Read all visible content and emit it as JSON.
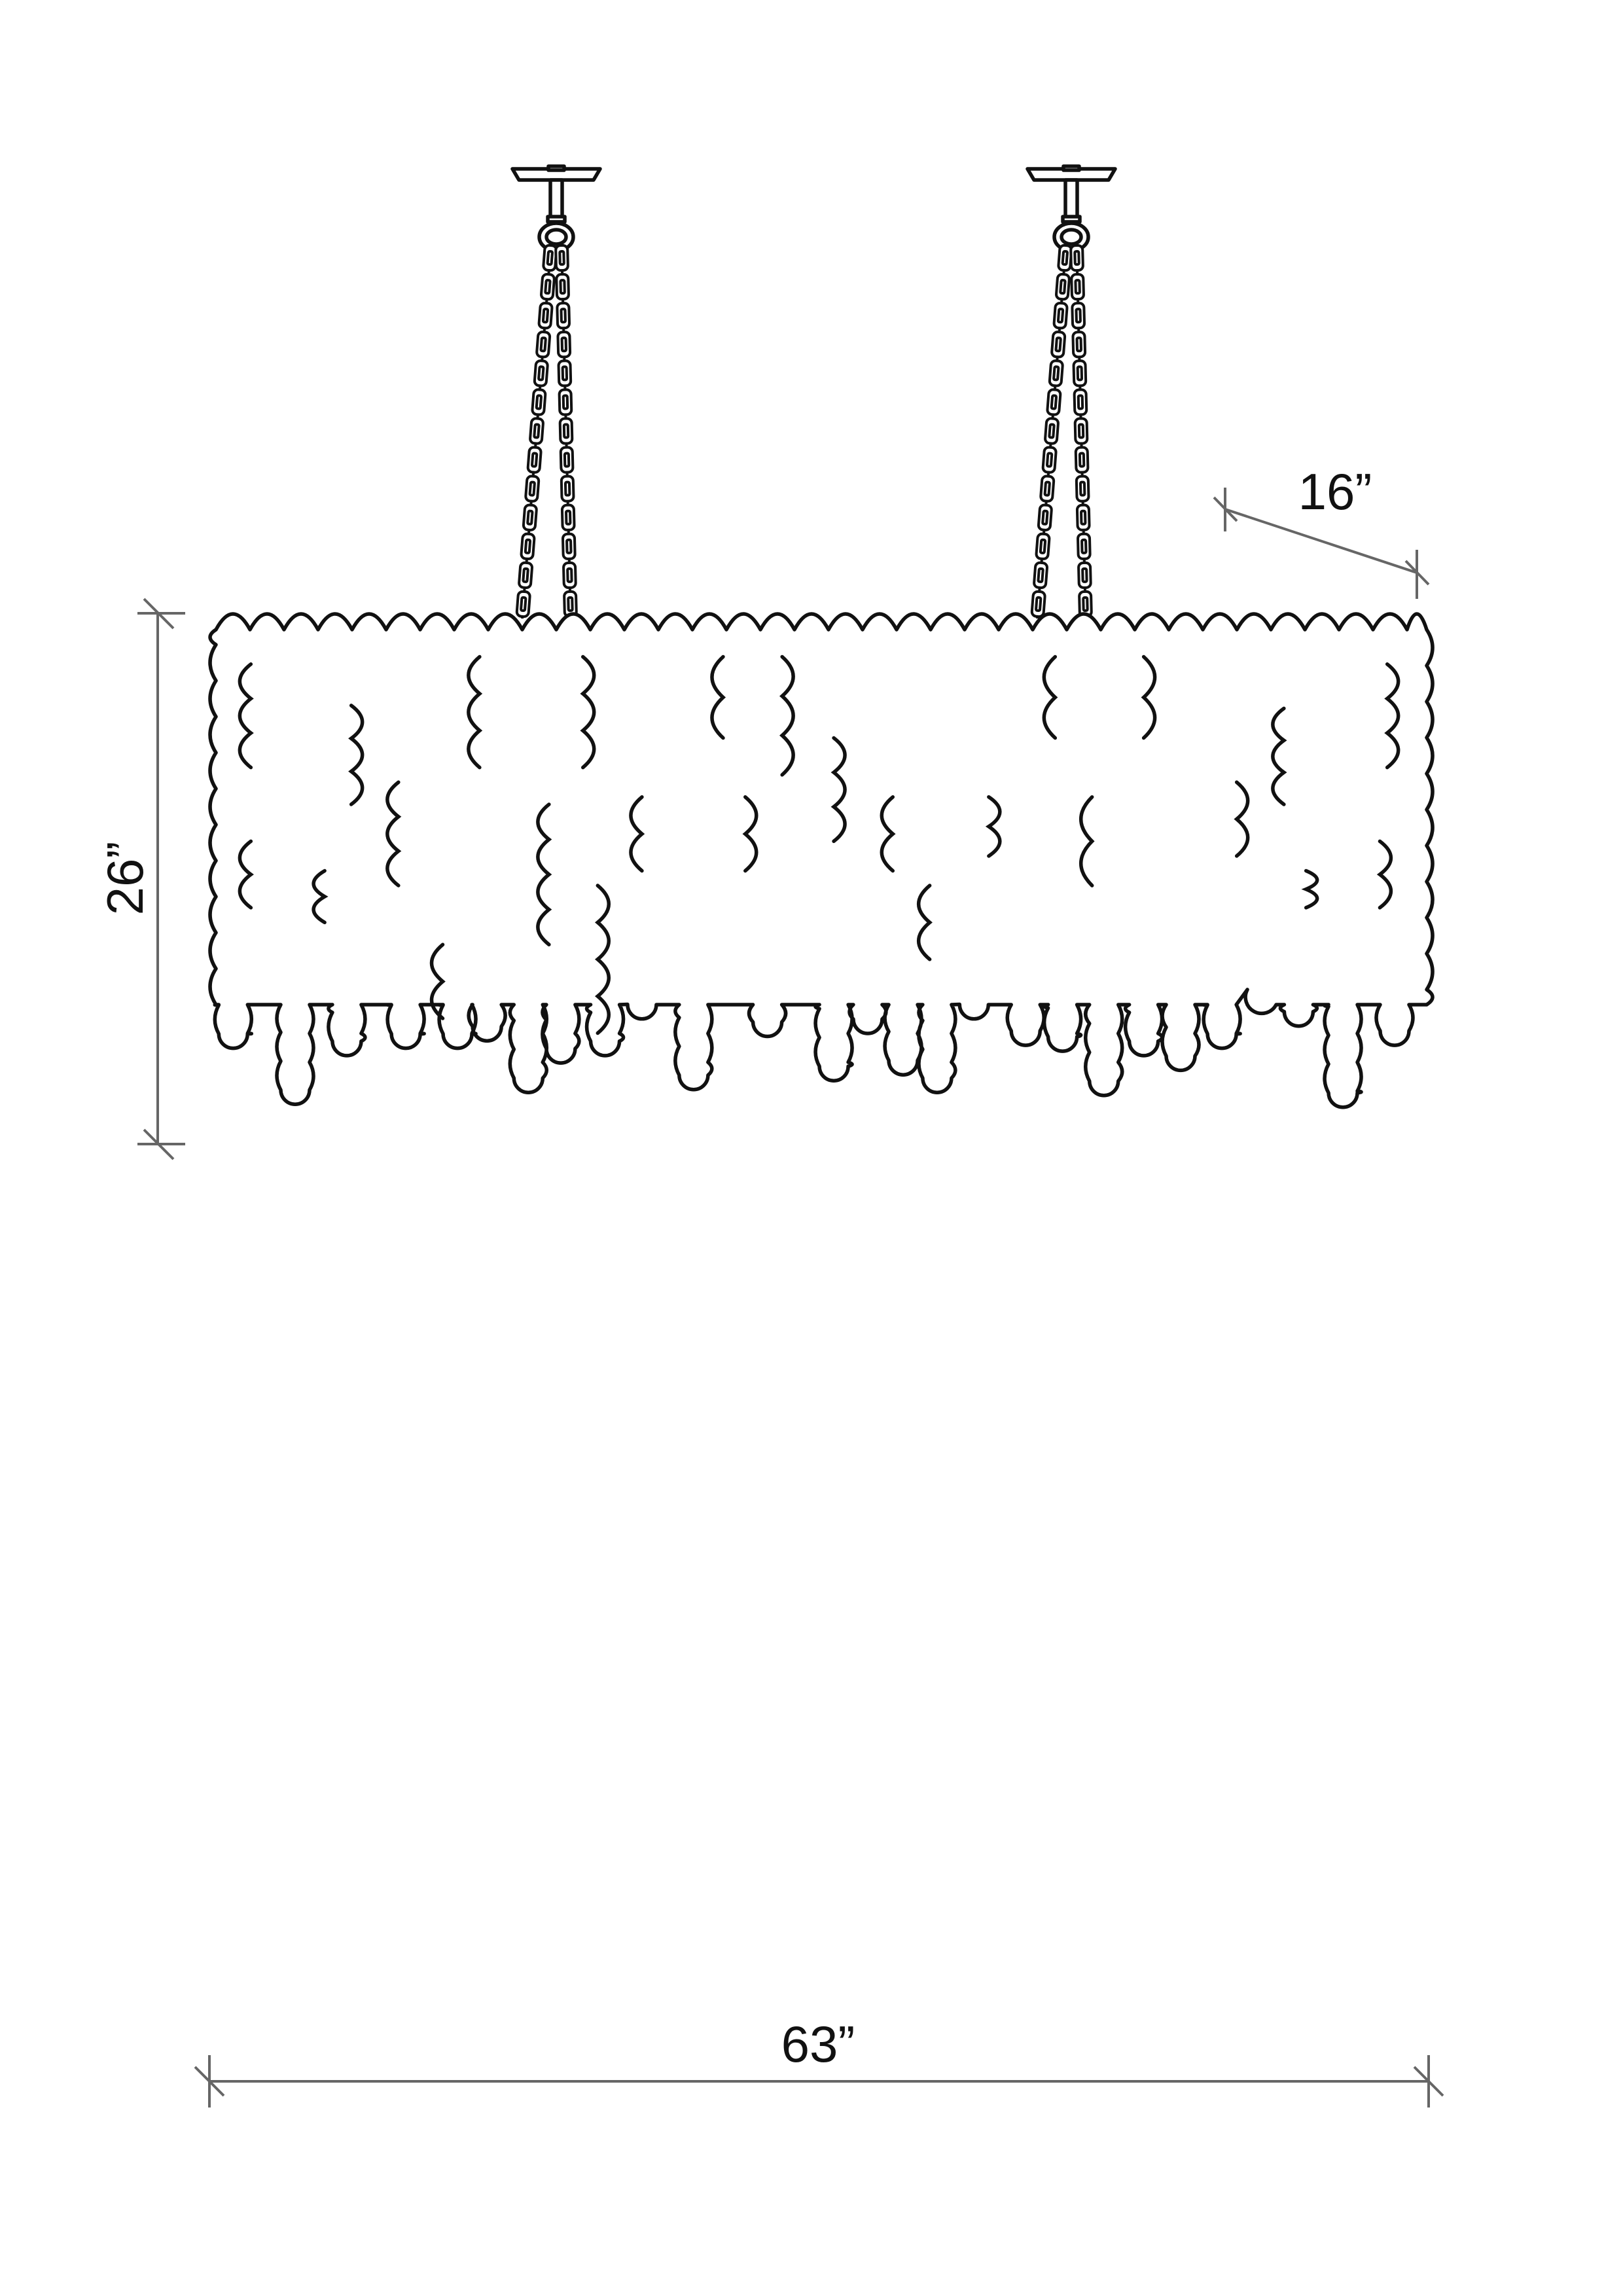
{
  "drawing": {
    "subject": "chandelier-elevation",
    "dimensions": {
      "depth_label": "16”",
      "height_label": "26”",
      "width_label": "63”"
    }
  }
}
